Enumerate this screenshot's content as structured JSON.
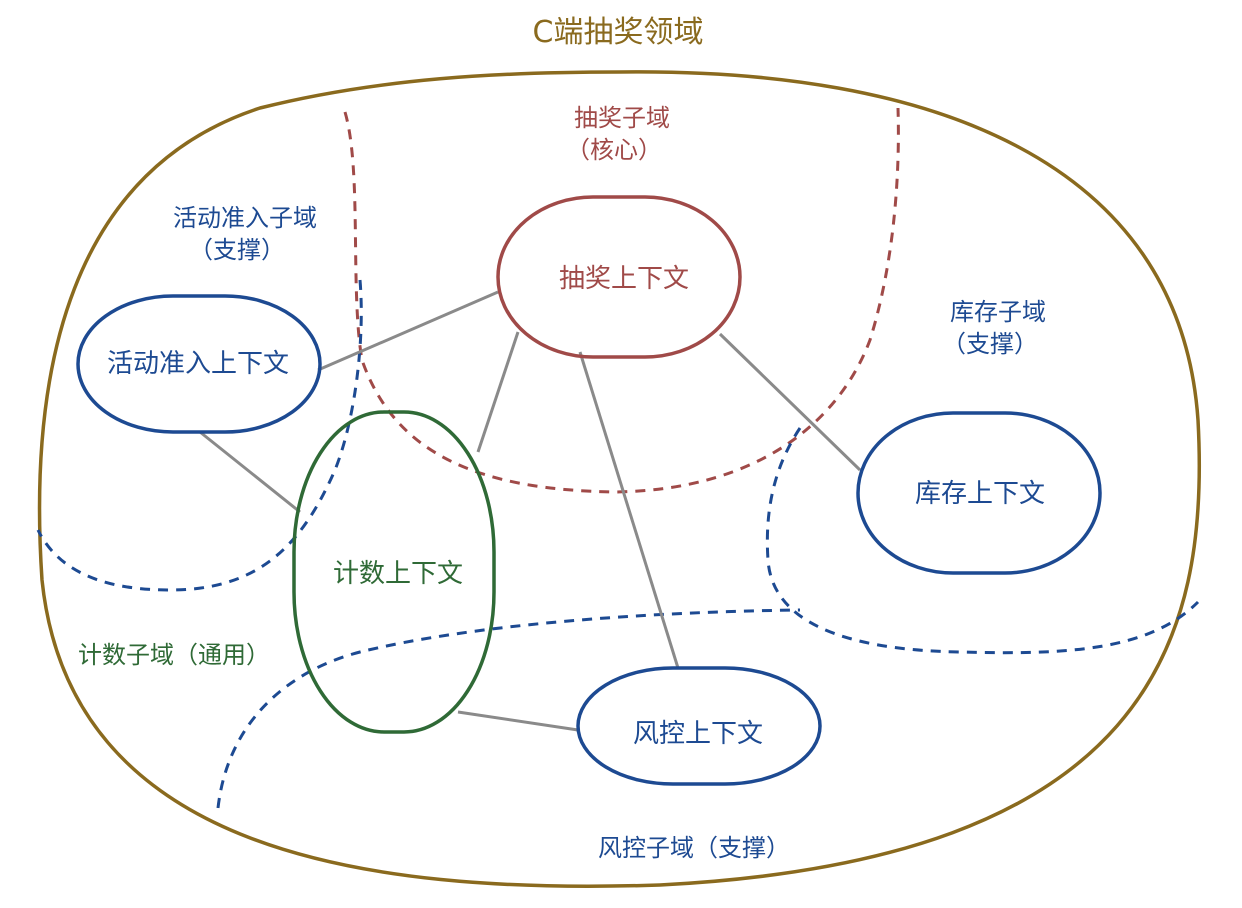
{
  "title": "C端抽奖领域",
  "colors": {
    "domain": "#8a6a1e",
    "core": "#a04a48",
    "support": "#1d4a92",
    "generic": "#2f6a36",
    "connector": "#8a8a8a"
  },
  "subdomains": {
    "lottery": {
      "name": "抽奖子域",
      "type": "（核心）"
    },
    "activity": {
      "name": "活动准入子域",
      "type": "（支撑）"
    },
    "inventory": {
      "name": "库存子域",
      "type": "（支撑）"
    },
    "counter": {
      "label": "计数子域（通用）"
    },
    "risk": {
      "label": "风控子域（支撑）"
    }
  },
  "contexts": {
    "lottery": "抽奖上下文",
    "activity": "活动准入上下文",
    "inventory": "库存上下文",
    "counter": "计数上下文",
    "risk": "风控上下文"
  }
}
